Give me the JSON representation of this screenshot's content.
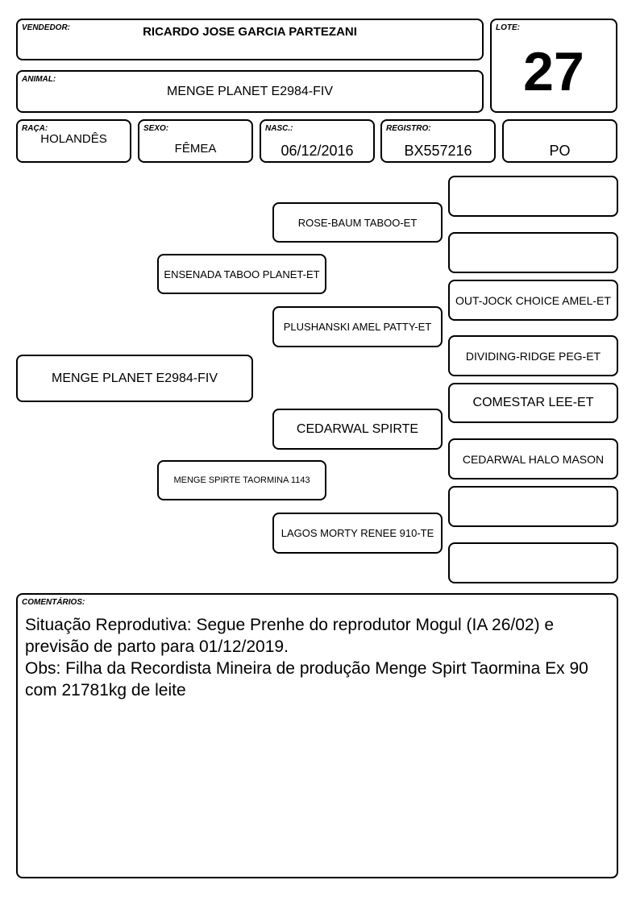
{
  "vendedor": {
    "label": "VENDEDOR:",
    "value": "RICARDO JOSE GARCIA PARTEZANI"
  },
  "lote": {
    "label": "LOTE:",
    "value": "27"
  },
  "animal": {
    "label": "ANIMAL:",
    "value": "MENGE PLANET E2984-FIV"
  },
  "raca": {
    "label": "RAÇA:",
    "value": "HOLANDÊS"
  },
  "sexo": {
    "label": "SEXO:",
    "value": "FÊMEA"
  },
  "nasc": {
    "label": "NASC.:",
    "value": "06/12/2016"
  },
  "registro": {
    "label": "REGISTRO:",
    "value": "BX557216"
  },
  "categoria": {
    "value": "PO"
  },
  "pedigree": {
    "animal": "MENGE PLANET E2984-FIV",
    "sire": "ENSENADA TABOO PLANET-ET",
    "dam": "MENGE SPIRTE TAORMINA 1143",
    "sire_sire": "ROSE-BAUM TABOO-ET",
    "sire_dam": "PLUSHANSKI AMEL PATTY-ET",
    "dam_sire": "CEDARWAL SPIRTE",
    "dam_dam": "LAGOS MORTY RENEE 910-TE",
    "ggp": [
      "",
      "",
      "OUT-JOCK CHOICE AMEL-ET",
      "DIVIDING-RIDGE PEG-ET",
      "COMESTAR LEE-ET",
      "CEDARWAL HALO MASON",
      "",
      ""
    ]
  },
  "comentarios": {
    "label": "COMENTÁRIOS:",
    "text": "Situação Reprodutiva: Segue Prenhe do reprodutor Mogul (IA 26/02) e previsão de parto para 01/12/2019.\nObs: Filha da Recordista Mineira de produção Menge Spirt Taormina Ex 90 com 21781kg de leite"
  }
}
